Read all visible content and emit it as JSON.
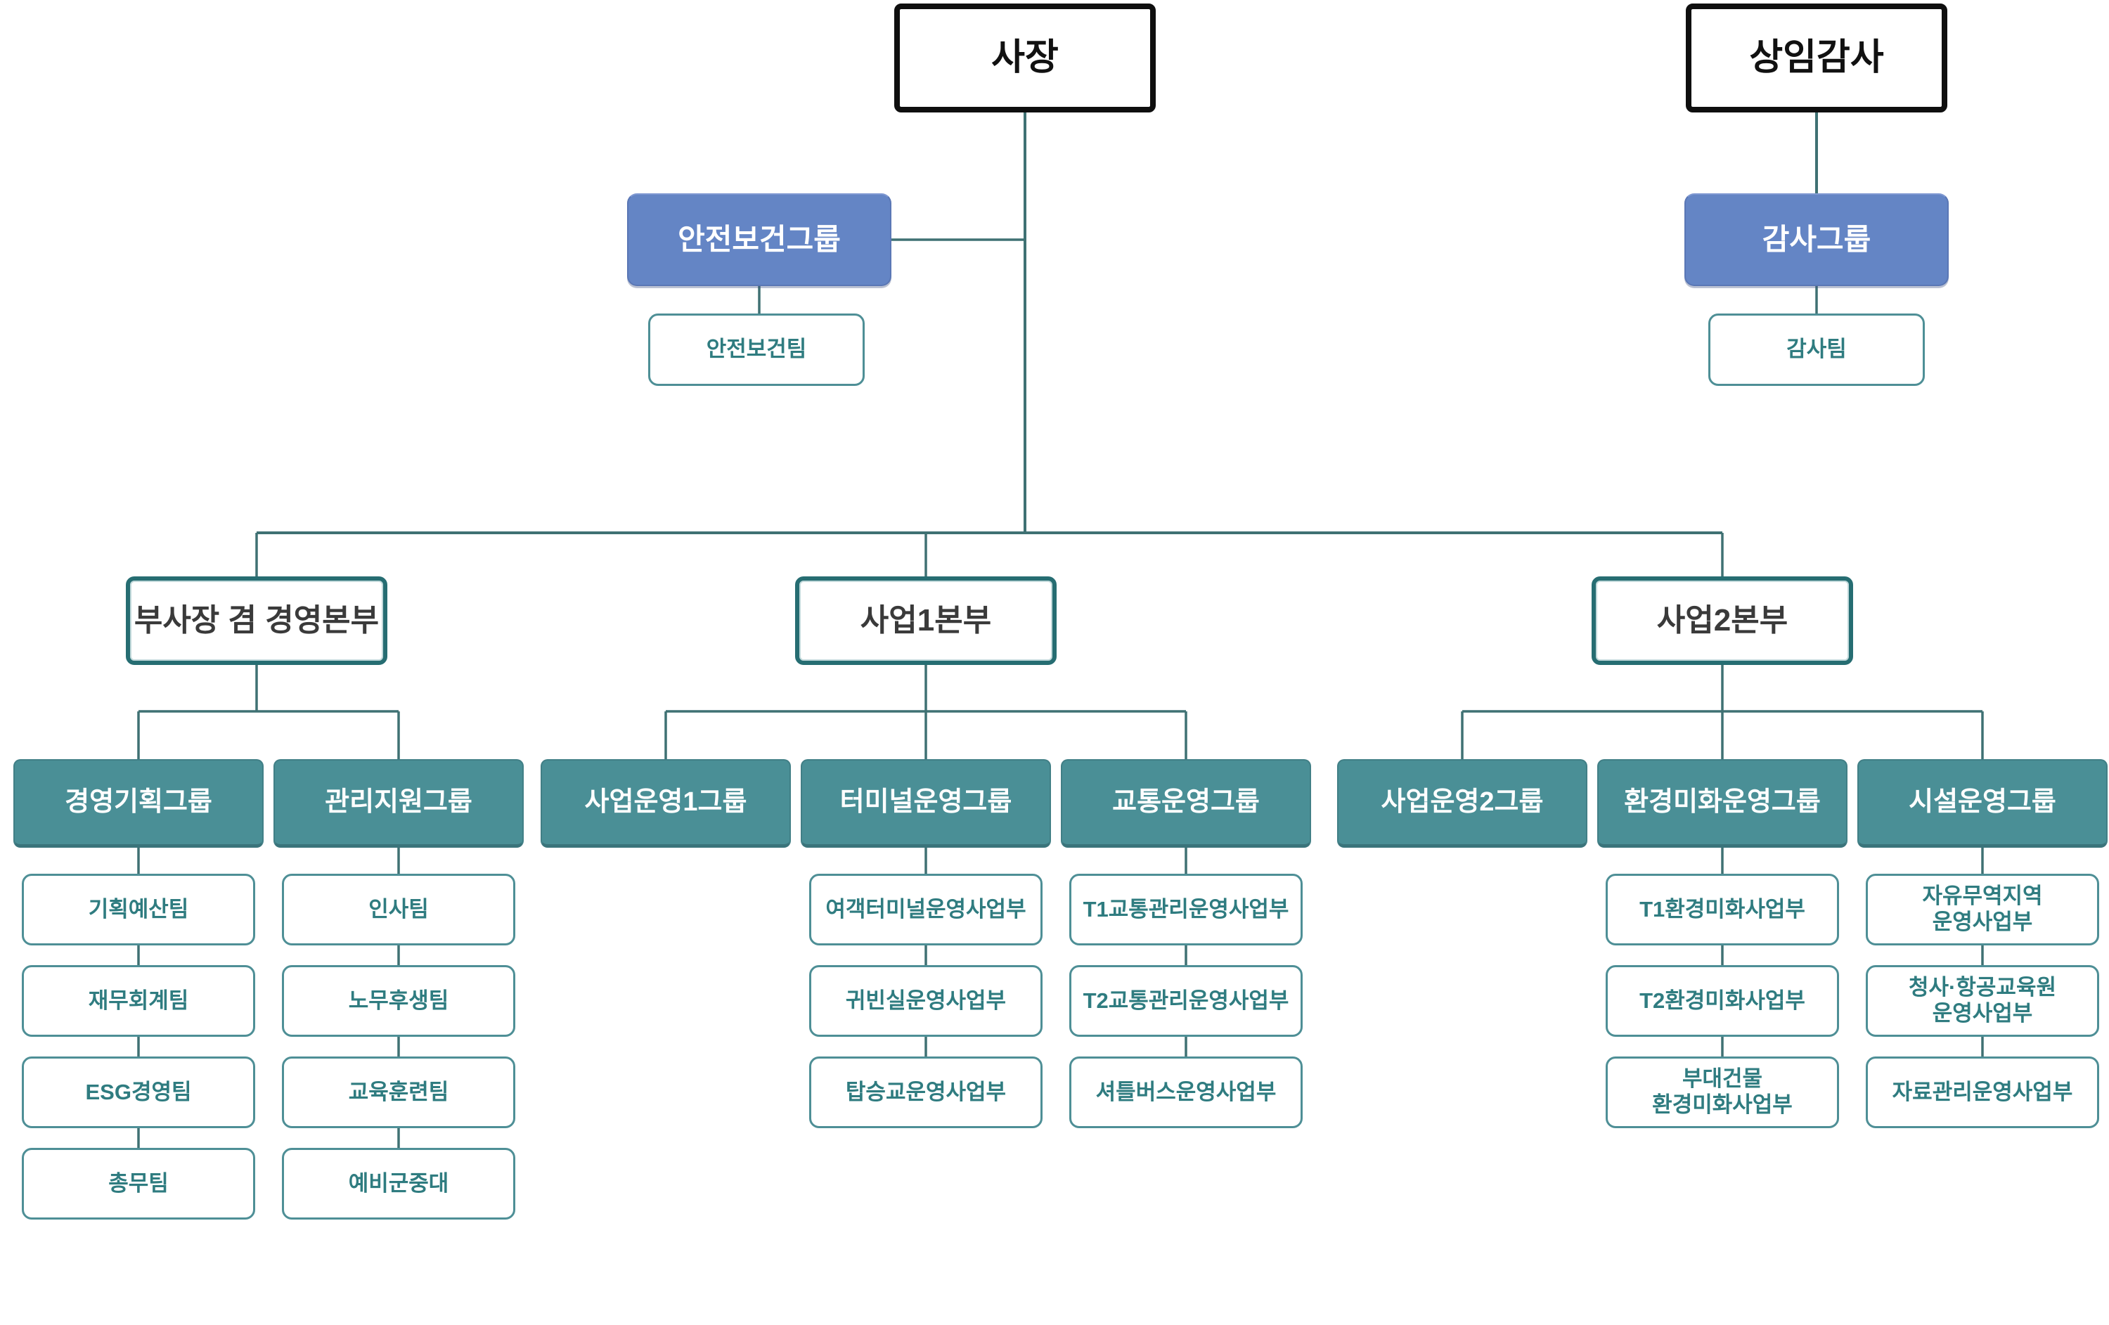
{
  "diagram": {
    "type": "org-chart",
    "colors": {
      "teal_group_box": "#4A8F96",
      "blue_staff_box": "#6485C5",
      "connector_line": "#3F7173",
      "teal_text": "#2F7C80",
      "dark_text": "#3a3a3a",
      "black_border": "#0f0f0f",
      "division_border": "#266D72"
    },
    "president": {
      "id": "president",
      "label": "사장"
    },
    "standing_auditor": {
      "id": "standing-auditor",
      "label": "상임감사"
    },
    "staff_under_president": {
      "group": {
        "id": "safety-health-group",
        "label": "안전보건그룹"
      },
      "team": {
        "id": "safety-health-team",
        "label": "안전보건팀"
      }
    },
    "staff_under_auditor": {
      "group": {
        "id": "audit-group",
        "label": "감사그룹"
      },
      "team": {
        "id": "audit-team",
        "label": "감사팀"
      }
    },
    "divisions": [
      {
        "id": "vp-management-division",
        "label": "부사장 겸 경영본부",
        "groups": [
          {
            "id": "management-planning-group",
            "label": "경영기획그룹",
            "teams": [
              {
                "id": "planning-budget-team",
                "label": "기획예산팀"
              },
              {
                "id": "finance-accounting-team",
                "label": "재무회계팀"
              },
              {
                "id": "esg-management-team",
                "label": "ESG경영팀"
              },
              {
                "id": "general-affairs-team",
                "label": "총무팀"
              }
            ]
          },
          {
            "id": "admin-support-group",
            "label": "관리지원그룹",
            "teams": [
              {
                "id": "hr-team",
                "label": "인사팀"
              },
              {
                "id": "labor-welfare-team",
                "label": "노무후생팀"
              },
              {
                "id": "education-training-team",
                "label": "교육훈련팀"
              },
              {
                "id": "reserve-forces-company",
                "label": "예비군중대"
              }
            ]
          }
        ]
      },
      {
        "id": "business-division-1",
        "label": "사업1본부",
        "groups": [
          {
            "id": "business-operations-group-1",
            "label": "사업운영1그룹",
            "teams": []
          },
          {
            "id": "terminal-operations-group",
            "label": "터미널운영그룹",
            "teams": [
              {
                "id": "passenger-terminal-operations-dept",
                "label": "여객터미널운영사업부"
              },
              {
                "id": "vip-room-operations-dept",
                "label": "귀빈실운영사업부"
              },
              {
                "id": "boarding-bridge-operations-dept",
                "label": "탑승교운영사업부"
              }
            ]
          },
          {
            "id": "traffic-operations-group",
            "label": "교통운영그룹",
            "teams": [
              {
                "id": "t1-traffic-management-operations-dept",
                "label": "T1교통관리운영사업부"
              },
              {
                "id": "t2-traffic-management-operations-dept",
                "label": "T2교통관리운영사업부"
              },
              {
                "id": "shuttle-bus-operations-dept",
                "label": "셔틀버스운영사업부"
              }
            ]
          }
        ]
      },
      {
        "id": "business-division-2",
        "label": "사업2본부",
        "groups": [
          {
            "id": "business-operations-group-2",
            "label": "사업운영2그룹",
            "teams": []
          },
          {
            "id": "environmental-cleaning-operations-group",
            "label": "환경미화운영그룹",
            "teams": [
              {
                "id": "t1-environmental-cleaning-dept",
                "label": "T1환경미화사업부"
              },
              {
                "id": "t2-environmental-cleaning-dept",
                "label": "T2환경미화사업부"
              },
              {
                "id": "auxiliary-building-environmental-cleaning-dept",
                "label": "부대건물\n환경미화사업부"
              }
            ]
          },
          {
            "id": "facility-operations-group",
            "label": "시설운영그룹",
            "teams": [
              {
                "id": "free-trade-zone-operations-dept",
                "label": "자유무역지역\n운영사업부"
              },
              {
                "id": "office-aviation-academy-operations-dept",
                "label": "청사·항공교육원\n운영사업부"
              },
              {
                "id": "data-management-operations-dept",
                "label": "자료관리운영사업부"
              }
            ]
          }
        ]
      }
    ]
  }
}
